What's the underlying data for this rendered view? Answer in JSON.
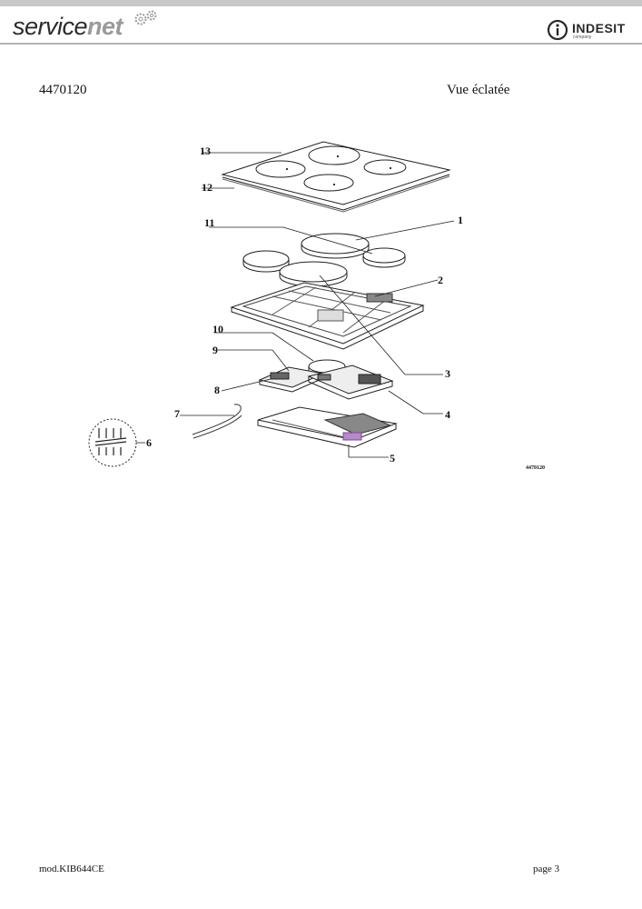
{
  "header": {
    "logo_left_a": "service",
    "logo_left_b": "net",
    "brand_name": "INDESIT",
    "brand_sub": "company"
  },
  "document": {
    "code": "4470120",
    "view_title": "Vue éclatée"
  },
  "diagram": {
    "labels": [
      "1",
      "2",
      "3",
      "4",
      "5",
      "6",
      "7",
      "8",
      "9",
      "10",
      "11",
      "12",
      "13"
    ],
    "ref_code": "4470120"
  },
  "footer": {
    "model": "mod.KIB644CE",
    "page": "page 3"
  }
}
